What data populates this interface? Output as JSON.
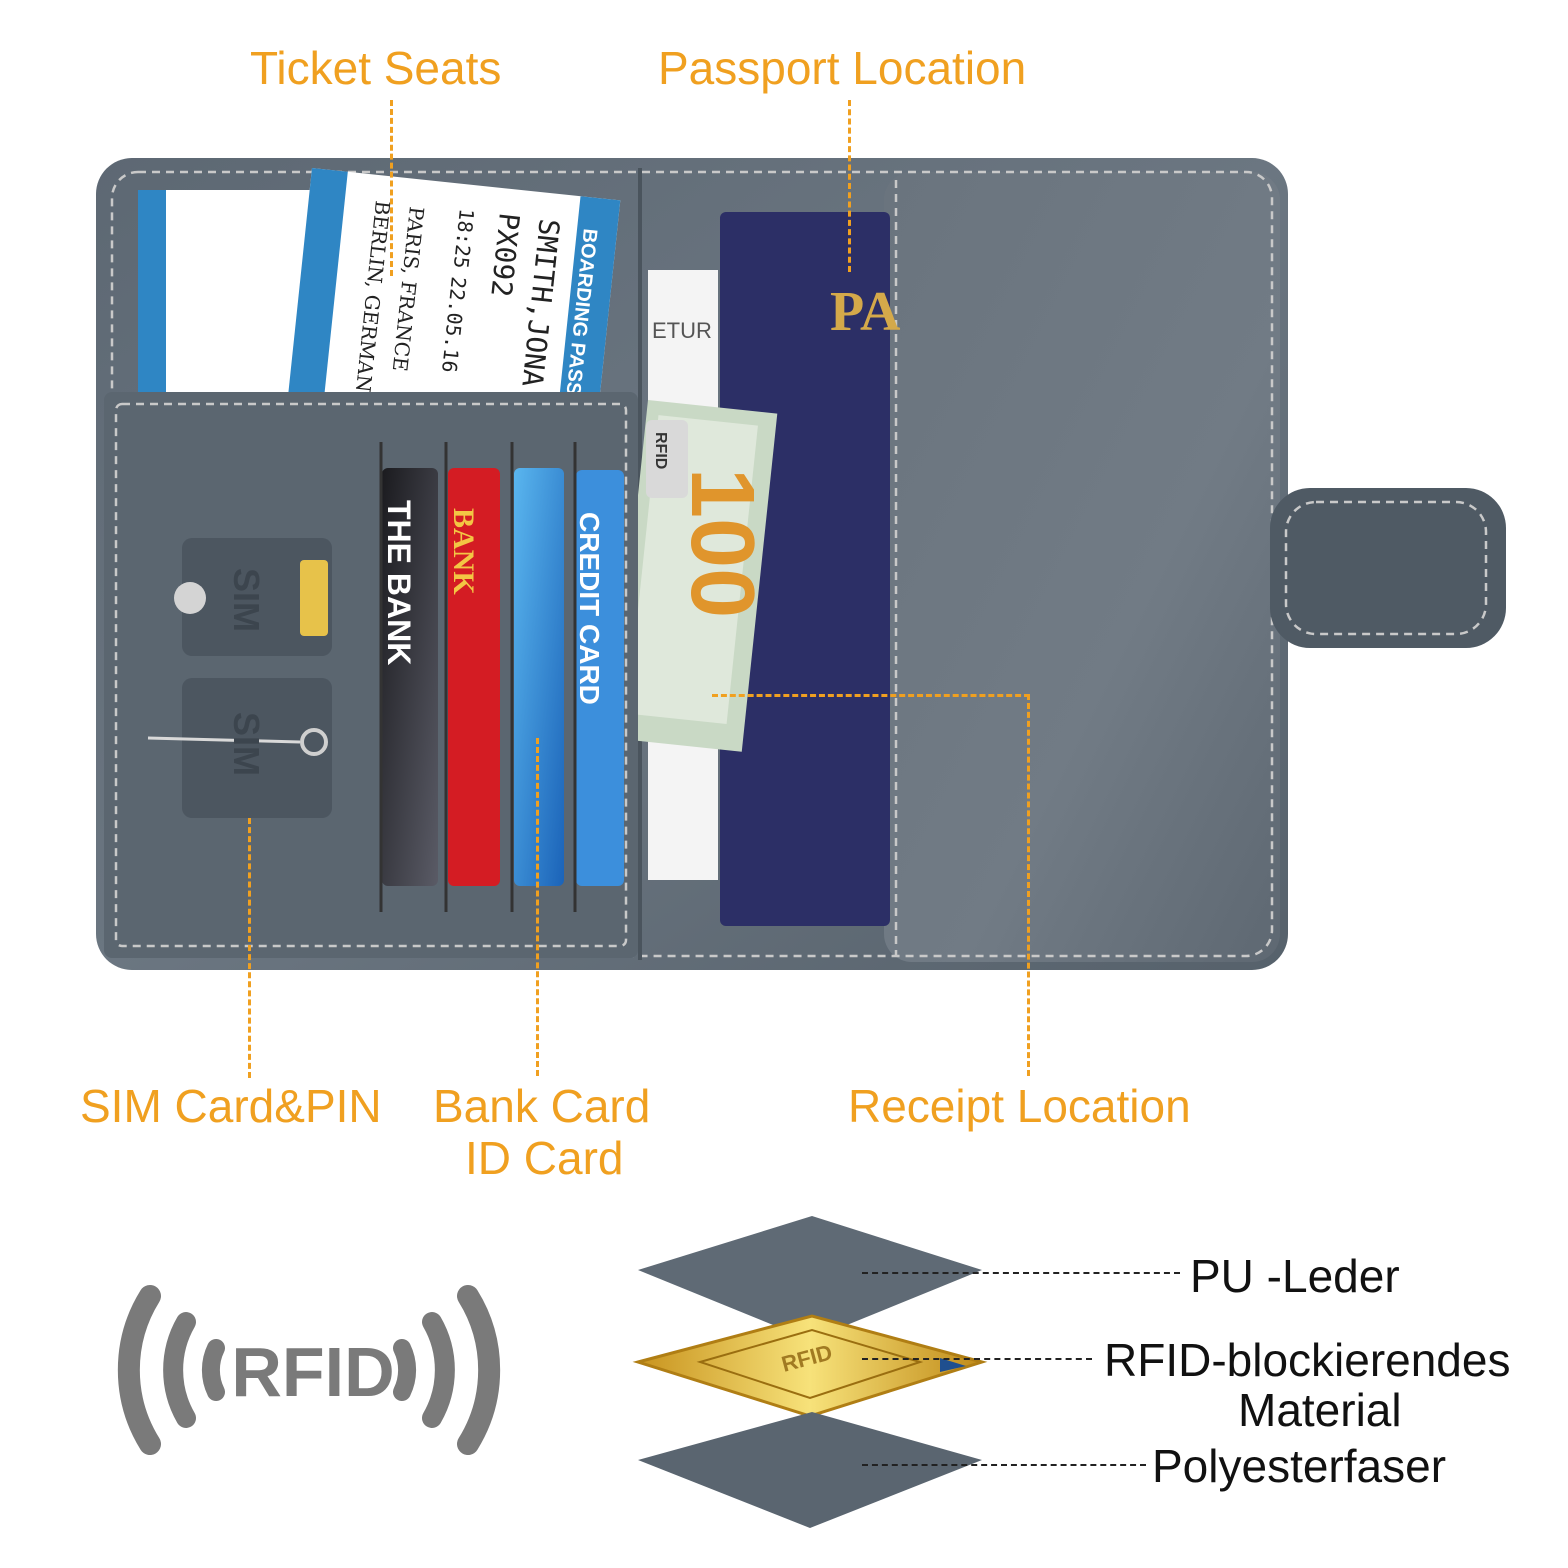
{
  "colors": {
    "accent": "#f0a020",
    "leather": "#5b6670",
    "passport": "#2c2f66",
    "rfid_gray": "#7a7a7a"
  },
  "callouts": {
    "ticket_seats": "Ticket Seats",
    "passport_location": "Passport Location",
    "sim_card_pin": "SIM Card&PIN",
    "bank_card": "Bank Card",
    "id_card": "ID Card",
    "receipt_location": "Receipt Location"
  },
  "wallet": {
    "boarding_pass": {
      "header": "BOARDING PASS",
      "passenger": "SMITH,JONA",
      "flight": "PX092",
      "time": "18:25",
      "date": "22.05.16",
      "departure": "PARIS, FRANCE",
      "destination": "BERLIN, GERMANY"
    },
    "cards": [
      "THE BANK",
      "BANK",
      "CREDIT CARD"
    ],
    "sim_labels": [
      "SIM",
      "SIM"
    ],
    "passport_text": "PA",
    "rfid_tag": "RFID",
    "bill_text": "100"
  },
  "rfid_logo": {
    "text": "RFID"
  },
  "layers": {
    "pu_leather": "PU -Leder",
    "rfid_line1": "RFID-blockierendes",
    "rfid_line2": "Material",
    "polyester": "Polyesterfaser",
    "chip_label": "RFID"
  }
}
